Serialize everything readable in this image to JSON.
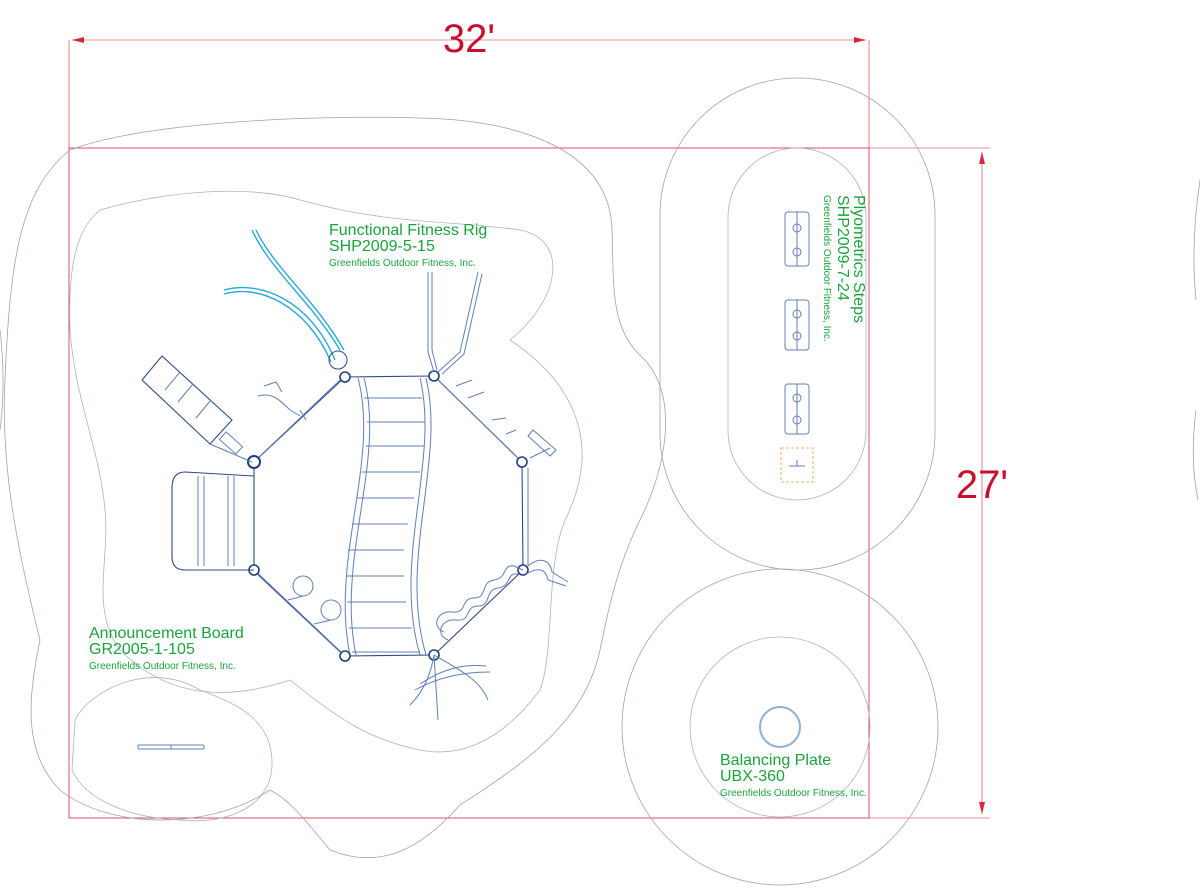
{
  "dimensions": {
    "width_label": "32'",
    "depth_label": "27'"
  },
  "equipment": [
    {
      "title": "Functional Fitness Rig",
      "model": "SHP2009-5-15",
      "maker": "Greenfields Outdoor Fitness, Inc."
    },
    {
      "title": "Plyometrics Steps",
      "model": "SHP2009-7-24",
      "maker": "Greenfields Outdoor Fitness, Inc."
    },
    {
      "title": "Announcement Board",
      "model": "GR2005-1-105",
      "maker": "Greenfields Outdoor Fitness, Inc."
    },
    {
      "title": "Balancing Plate",
      "model": "UBX-360",
      "maker": "Greenfields Outdoor Fitness, Inc."
    }
  ],
  "colors": {
    "dimension": "#c8102e",
    "label": "#1aa33a",
    "equipment": "#2c4a86",
    "zone": "#9aa3b5"
  }
}
